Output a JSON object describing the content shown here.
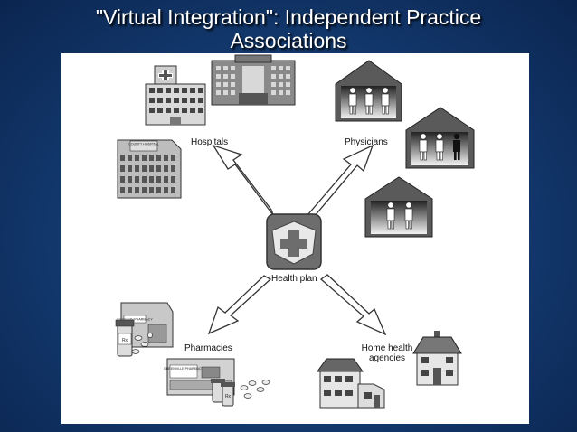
{
  "slide": {
    "title_line1": "\"Virtual Integration\": Independent Practice",
    "title_line2": "Associations"
  },
  "diagram": {
    "center": "Health plan",
    "nodes": {
      "hospitals": "Hospitals",
      "physicians": "Physicians",
      "pharmacies": "Pharmacies",
      "home_health": "Home health agencies"
    },
    "signs": {
      "county_hospital": "COUNTY HOSPITAL",
      "pharmacy_small": "Community PHARMACY",
      "pharmacy_big": "GREENVILLE PHARMACY",
      "rx": "Rx"
    }
  },
  "colors": {
    "background": "#143d73",
    "panel": "#ffffff",
    "ink": "#333333"
  }
}
